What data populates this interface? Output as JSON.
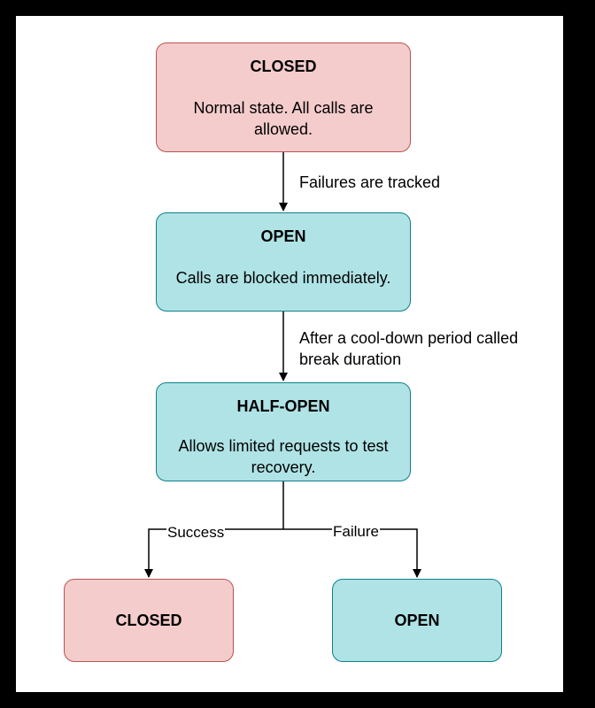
{
  "nodes": {
    "closed_top": {
      "title": "CLOSED",
      "desc": "Normal state. All calls are allowed."
    },
    "open_mid": {
      "title": "OPEN",
      "desc": "Calls are blocked immediately."
    },
    "half_open": {
      "title": "HALF-OPEN",
      "desc": "Allows limited requests to test recovery."
    },
    "closed_bottom": {
      "title": "CLOSED"
    },
    "open_bottom": {
      "title": "OPEN"
    }
  },
  "edges": {
    "closed_to_open": "Failures are tracked",
    "open_to_half": "After a cool-down period called\nbreak duration",
    "success": "Success",
    "failure": "Failure"
  },
  "colors": {
    "closed_fill": "#f4cccc",
    "closed_stroke": "#b85450",
    "open_fill": "#b0e3e6",
    "open_stroke": "#0e8088"
  }
}
